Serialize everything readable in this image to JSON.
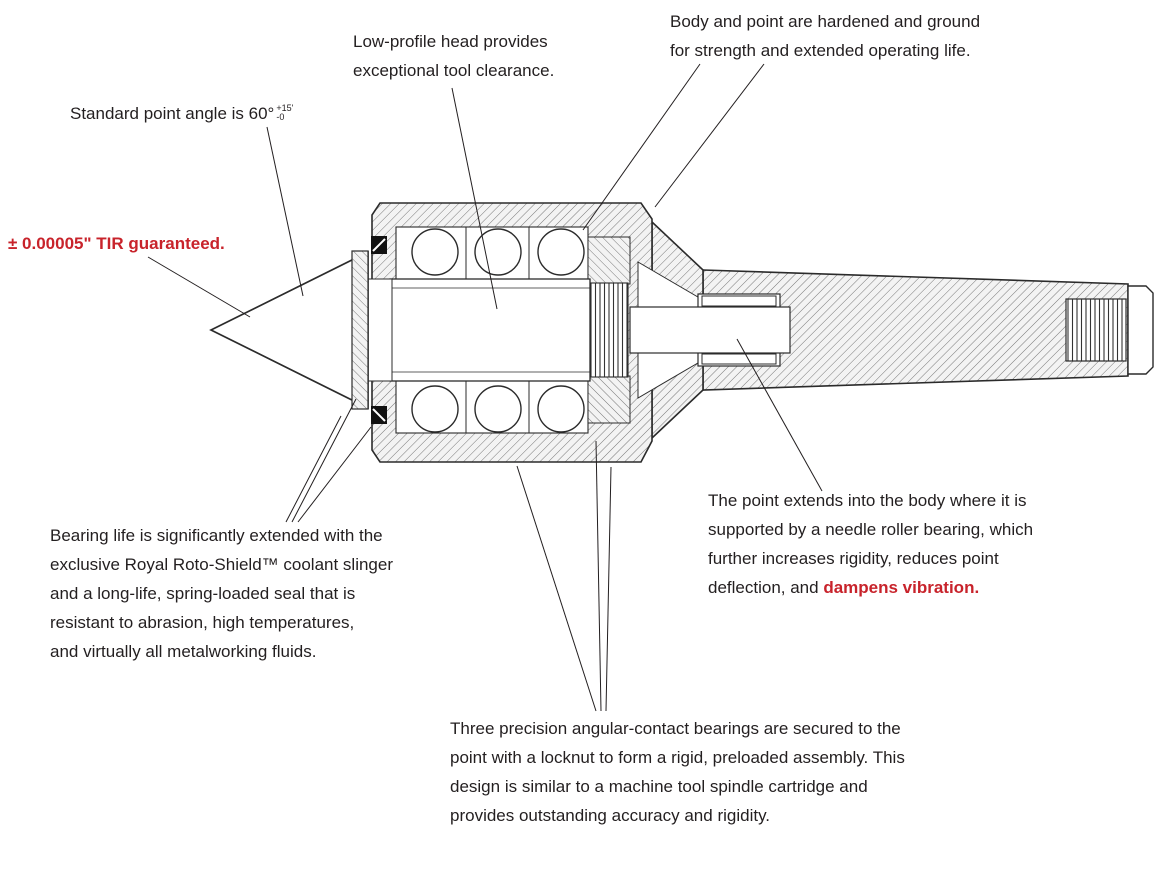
{
  "colors": {
    "text": "#231f20",
    "accent_red": "#c8232b",
    "diagram_line": "#2b2b2b"
  },
  "annotations": {
    "low_profile": {
      "lines": [
        "Low-profile head provides",
        "exceptional tool clearance."
      ]
    },
    "body_point": {
      "lines": [
        "Body and point are hardened and ground",
        "for strength and extended operating life."
      ]
    },
    "point_angle": {
      "text": "Standard point angle is 60°",
      "tol_plus": "+15'",
      "tol_minus": "-0"
    },
    "tir": {
      "text": "± 0.00005\" TIR guaranteed."
    },
    "bearing_life": {
      "lines": [
        "Bearing life is significantly extended with the",
        "exclusive Royal Roto-Shield™ coolant slinger",
        "and a long-life, spring-loaded seal that is",
        "resistant to abrasion, high temperatures,",
        "and virtually all metalworking fluids."
      ]
    },
    "point_extends": {
      "lines": [
        "The point extends into the body where it is",
        "supported by a needle roller bearing, which",
        "further increases rigidity, reduces point"
      ],
      "last_line_black": "deflection, and ",
      "last_line_red": "dampens vibration."
    },
    "three_bearings": {
      "lines": [
        "Three precision angular-contact bearings are secured to the",
        "point with a locknut to form a rigid, preloaded assembly. This",
        "design is similar to a machine tool spindle cartridge and",
        "provides outstanding accuracy and rigidity."
      ]
    }
  },
  "diagram": {
    "parts": [
      "cone-point",
      "coolant-slinger",
      "spring-loaded-seal",
      "angular-contact-bearings",
      "spindle",
      "locknut-threads",
      "head-housing",
      "needle-roller-bearing",
      "point-tail",
      "morse-taper-shank",
      "threaded-end",
      "end-cap"
    ]
  }
}
